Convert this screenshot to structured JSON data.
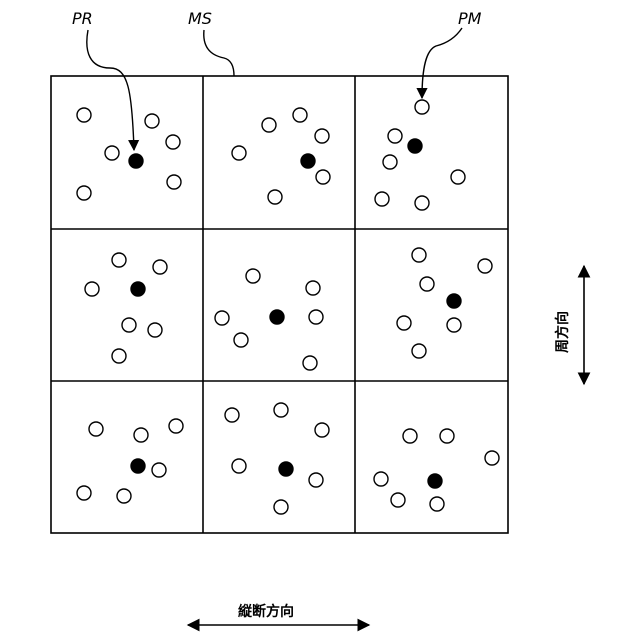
{
  "labels": {
    "pr": "PR",
    "ms": "MS",
    "pm": "PM"
  },
  "directions": {
    "longitudinal": "縦断方向",
    "circumferential": "周方向"
  },
  "grid": {
    "rows": 3,
    "cols": 3,
    "cell_particle_counts": [
      {
        "open": 6,
        "filled": 1
      },
      {
        "open": 6,
        "filled": 1
      },
      {
        "open": 6,
        "filled": 1
      },
      {
        "open": 6,
        "filled": 1
      },
      {
        "open": 6,
        "filled": 1
      },
      {
        "open": 6,
        "filled": 1
      },
      {
        "open": 6,
        "filled": 1
      },
      {
        "open": 6,
        "filled": 1
      },
      {
        "open": 6,
        "filled": 1
      }
    ]
  },
  "colors": {
    "line": "#000000",
    "background": "#ffffff"
  }
}
